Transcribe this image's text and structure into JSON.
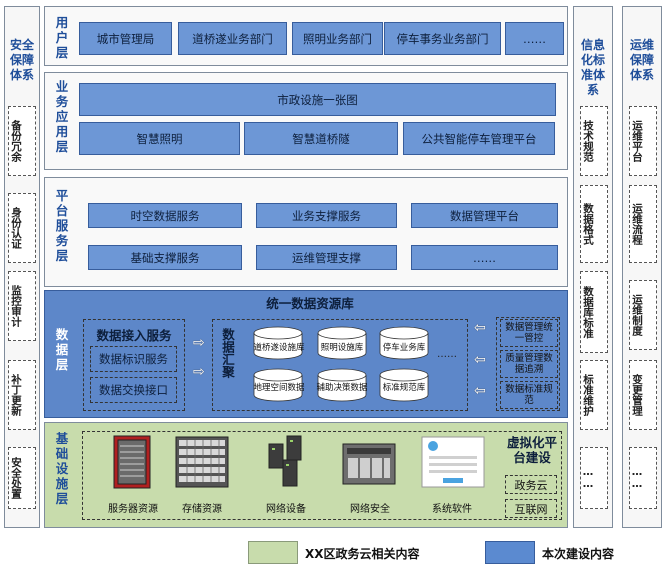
{
  "left_column": {
    "title": "安全保障体系",
    "items": [
      "备份冗余",
      "身份认证",
      "监控审计",
      "补丁更新",
      "安全处置"
    ]
  },
  "right_column_1": {
    "title": "信息化标准体系",
    "items": [
      "技术规范",
      "数据格式",
      "数据库标准",
      "标准维护",
      "……"
    ]
  },
  "right_column_2": {
    "title": "运维保障体系",
    "items": [
      "运维平台",
      "运维流程",
      "运维制度",
      "变更管理",
      "……"
    ]
  },
  "user_layer": {
    "title": "用户层",
    "items": [
      "城市管理局",
      "道桥遂业务部门",
      "照明业务部门",
      "停车事务业务部门",
      "……"
    ]
  },
  "business_layer": {
    "title": "业务应用层",
    "top": "市政设施一张图",
    "items": [
      "智慧照明",
      "智慧道桥隧",
      "公共智能停车管理平台"
    ]
  },
  "platform_layer": {
    "title": "平台服务层",
    "row1": [
      "时空数据服务",
      "业务支撑服务",
      "数据管理平台"
    ],
    "row2": [
      "基础支撑服务",
      "运维管理支撑",
      "……"
    ]
  },
  "data_layer": {
    "title": "数据层",
    "header": "统一数据资源库",
    "ingest_title": "数据接入服务",
    "ingest_items": [
      "数据标识服务",
      "数据交换接口"
    ],
    "collection_title": "数据汇聚",
    "db_row1": [
      "道桥遂设施库",
      "照明设施库",
      "停车业务库",
      "……"
    ],
    "db_row2": [
      "地理空间数据",
      "辅助决策数据",
      "标准规范库"
    ],
    "governance": [
      "数据管理统一管控",
      "质量管理数据追溯",
      "数据标准规范"
    ]
  },
  "infra_layer": {
    "title": "基础设施层",
    "items": [
      "服务器资源",
      "存储资源",
      "网络设备",
      "网络安全",
      "系统软件"
    ],
    "virt_title": "虚拟化平台建设",
    "virt_items": [
      "政务云",
      "互联网"
    ]
  },
  "legend": {
    "green_label": "XX区政务云相关内容",
    "blue_label": "本次建设内容",
    "green_color": "#c8dcac",
    "blue_color": "#5b8ad0"
  }
}
